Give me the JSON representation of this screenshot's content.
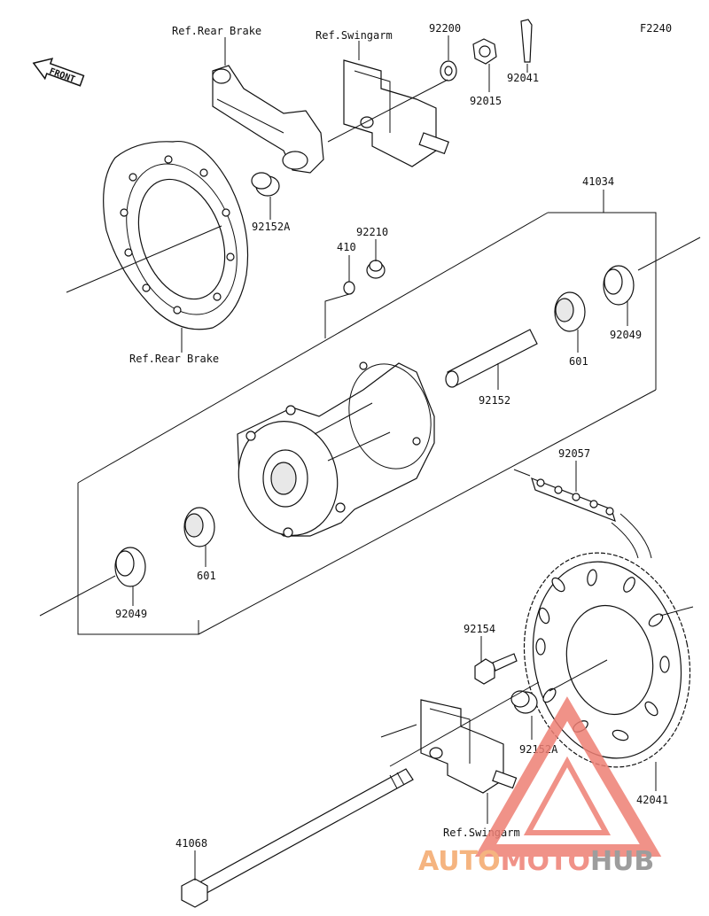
{
  "figure_code": "F2240",
  "front_label": "FRONT",
  "parts": {
    "p41034": "41034",
    "p92200": "92200",
    "p92015": "92015",
    "p92041": "92041",
    "p92152A_top": "92152A",
    "p92210": "92210",
    "p410": "410",
    "p92049_right": "92049",
    "p601_right": "601",
    "p92152": "92152",
    "p92057": "92057",
    "p601_left": "601",
    "p92049_left": "92049",
    "p92154": "92154",
    "p92152A_bottom": "92152A",
    "p42041": "42041",
    "p41068": "41068"
  },
  "refs": {
    "rear_brake_top": "Ref.Rear Brake",
    "swingarm_top": "Ref.Swingarm",
    "rear_brake_bottom": "Ref.Rear Brake",
    "swingarm_bottom": "Ref.Swingarm"
  },
  "watermark": {
    "part1": "AUTO",
    "part2": "MOTO",
    "part3": "HUB"
  },
  "colors": {
    "watermark_orange": "#f4a86a",
    "watermark_red": "#ee7f74",
    "watermark_gray": "#8c8c8c"
  }
}
